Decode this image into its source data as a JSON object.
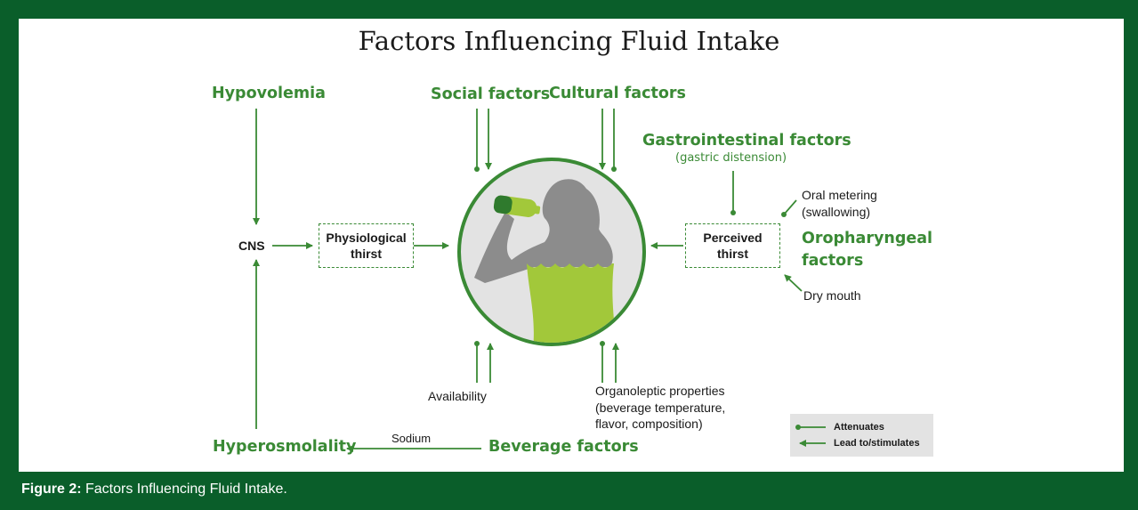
{
  "title": "Factors Influencing Fluid Intake",
  "labels": {
    "hypovolemia": "Hypovolemia",
    "social": "Social factors",
    "cultural": "Cultural factors",
    "gastro": "Gastrointestinal factors",
    "gastro_sub": "(gastric distension)",
    "oral_metering": "Oral metering",
    "oral_metering_sub": "(swallowing)",
    "oropharyngeal_1": "Oropharyngeal",
    "oropharyngeal_2": "factors",
    "dry_mouth": "Dry mouth",
    "cns": "CNS",
    "physio_1": "Physiological",
    "physio_2": "thirst",
    "perceived_1": "Perceived",
    "perceived_2": "thirst",
    "availability": "Availability",
    "organoleptic_1": "Organoleptic properties",
    "organoleptic_2": "(beverage temperature,",
    "organoleptic_3": "flavor, composition)",
    "hyperosmolality": "Hyperosmolality",
    "sodium": "Sodium",
    "beverage": "Beverage factors"
  },
  "legend": {
    "attenuates": "Attenuates",
    "stimulates": "Lead to/stimulates"
  },
  "caption": {
    "prefix": "Figure 2:",
    "text": " Factors Influencing Fluid Intake."
  },
  "colors": {
    "frame": "#0a5e2a",
    "green": "#3a8a35",
    "lime": "#a2c83a",
    "silhouette": "#8c8c8c",
    "circle_fill": "#e3e3e3"
  }
}
